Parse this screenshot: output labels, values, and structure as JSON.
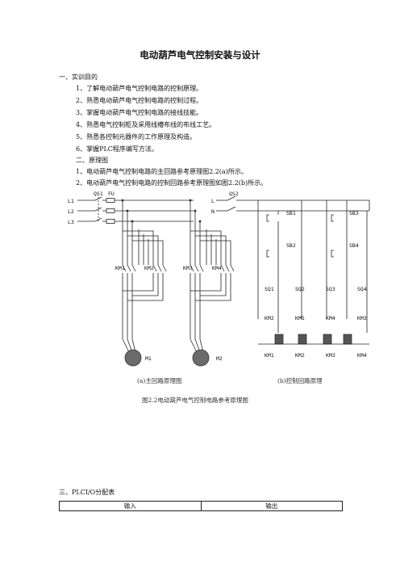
{
  "title": "电动葫芦电气控制安装与设计",
  "section1": {
    "heading": "一、实训目的",
    "items": [
      "1、了解电动葫芦电气控制电路的控制原理。",
      "2、熟悉电动葫芦电气控制电路的控制过程。",
      "3、掌握电动葫芦电气控制电路的接线技能。",
      "4、熟悉电气控制柜及采用线槽布线的布线工艺。",
      "5、熟悉各控制元器件的工作原理及构造。",
      "6、掌握PLC程序编写方法。"
    ]
  },
  "section2": {
    "heading": "二、原理图",
    "items": [
      "1、电动葫芦电气控制电路的主回路参考原理图2.2(a)所示。",
      "2、电动葫芦电气控制电路的控制回路参考原理图如图2.2(b)所示。"
    ]
  },
  "diagram": {
    "lines": [
      "L1",
      "L2",
      "L3"
    ],
    "qs1": "QS1",
    "fu": "FU",
    "qs2": "QS2",
    "ctrl_l": "L",
    "ctrl_n": "N",
    "km_main": [
      "KM1",
      "KM2",
      "KM3",
      "KM4"
    ],
    "motors": [
      "M1",
      "M2"
    ],
    "sb": [
      "SB1",
      "SB3",
      "SB2",
      "SB4"
    ],
    "sq": [
      "SQ1",
      "SQ2",
      "SQ3",
      "SQ4"
    ],
    "interlock": [
      "KM2",
      "KM1",
      "KM4",
      "KM3"
    ],
    "coils": [
      "KM1",
      "KM2",
      "KM3",
      "KM4"
    ],
    "caption_a": "(a)主回路原理图",
    "caption_b": "(b)控制回路原理",
    "figure_caption": "图2.2电动葫芦电气控制电路参考原理图"
  },
  "section3": {
    "heading": "三、PLCI/O分配表",
    "table_headers": [
      "输入",
      "输出"
    ]
  }
}
